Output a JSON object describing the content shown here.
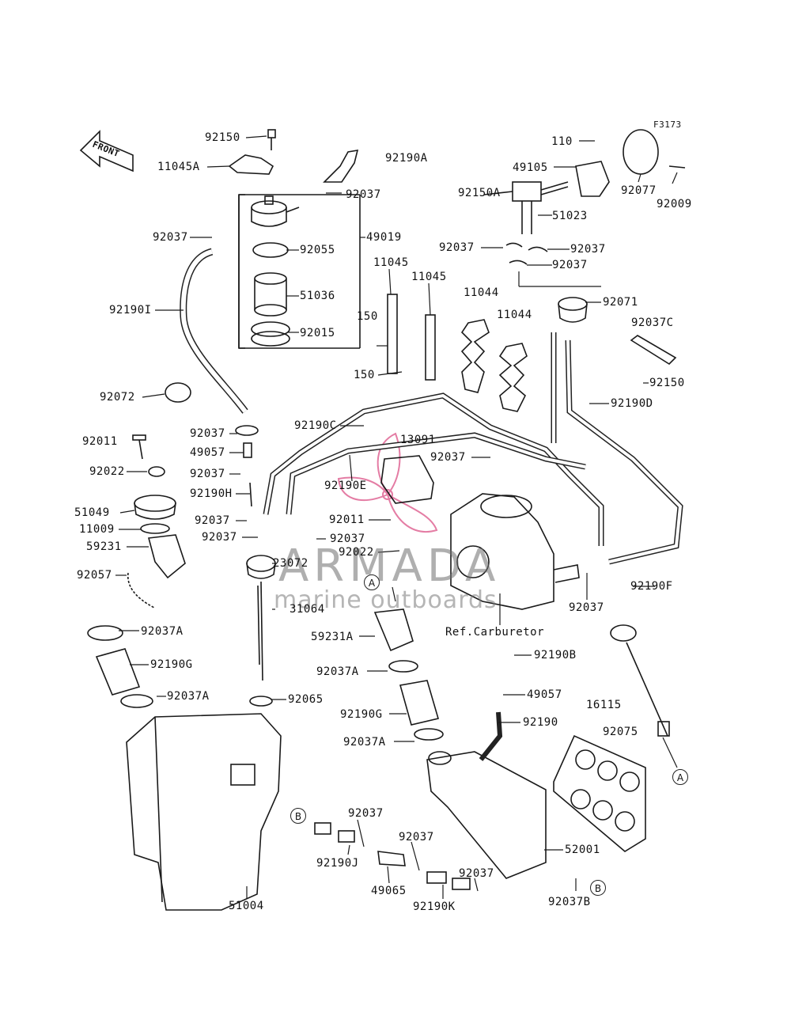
{
  "figure_code": "F3173",
  "front_label": "FRONT",
  "ref_label": "Ref.Carburetor",
  "watermark": {
    "title": "ARMADA",
    "subtitle": "marine outboards"
  },
  "markers": {
    "a": "A",
    "b": "B"
  },
  "parts": {
    "p92150_top": "92150",
    "p11045A": "11045A",
    "p92190A": "92190A",
    "p110": "110",
    "p49105": "49105",
    "p92077": "92077",
    "p92009": "92009",
    "p92037_1": "92037",
    "p92150A": "92150A",
    "p51023": "51023",
    "p92037_left": "92037",
    "p49019": "49019",
    "p92055": "92055",
    "p51036": "51036",
    "p92015": "92015",
    "p92037_2": "92037",
    "p92037_3": "92037",
    "p92037_4": "92037",
    "p92071": "92071",
    "p11045_a": "11045",
    "p11045_b": "11045",
    "p11044_a": "11044",
    "p11044_b": "11044",
    "p92190I": "92190I",
    "p150_a": "150",
    "p150_b": "150",
    "p92037C": "92037C",
    "p92150_r": "92150",
    "p92190D": "92190D",
    "p92072": "92072",
    "p92190C": "92190C",
    "p13091": "13091",
    "p92011_l": "92011",
    "p92037_5": "92037",
    "p49057_l": "49057",
    "p92037_6": "92037",
    "p92037_7": "92037",
    "p92022_l": "92022",
    "p92190E": "92190E",
    "p92190H": "92190H",
    "p51049": "51049",
    "p92037_8": "92037",
    "p92011_c": "92011",
    "p11009": "11009",
    "p92037_9": "92037",
    "p92037_10": "92037",
    "p59231": "59231",
    "p92022_c": "92022",
    "p23072": "23072",
    "p92057": "92057",
    "p92190F": "92190F",
    "p92037_11": "92037",
    "p31064": "31064",
    "p92037A_1": "92037A",
    "p59231A": "59231A",
    "p92190G_l": "92190G",
    "p92190B": "92190B",
    "p92037A_2": "92037A",
    "p92037A_3": "92037A",
    "p49057_r": "49057",
    "p92065": "92065",
    "p16115": "16115",
    "p92190G_c": "92190G",
    "p92190": "92190",
    "p92075": "92075",
    "p92037A_4": "92037A",
    "p92037_12": "92037",
    "p92037_13": "92037",
    "p92190J": "92190J",
    "p52001": "52001",
    "p92037_14": "92037",
    "p49065": "49065",
    "p92190K": "92190K",
    "p92037B": "92037B",
    "p51004": "51004"
  }
}
